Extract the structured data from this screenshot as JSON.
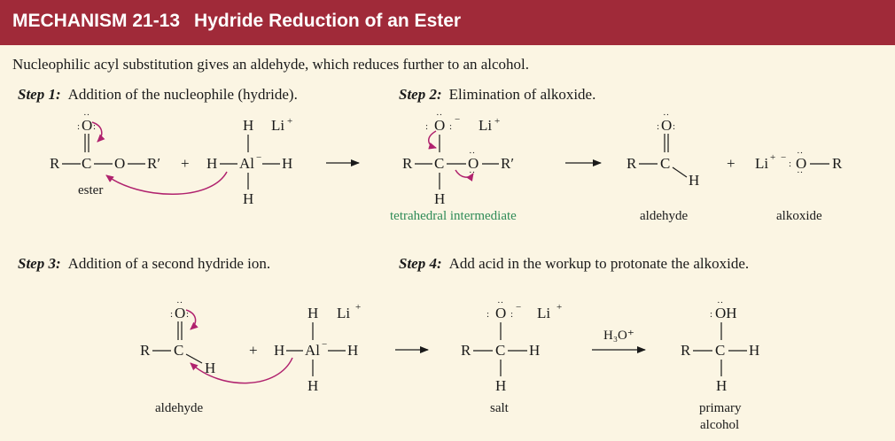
{
  "header": {
    "title": "MECHANISM 21-13",
    "subtitle": "Hydride Reduction of an Ester"
  },
  "intro": "Nucleophilic acyl substitution gives an aldehyde, which reduces further to an alcohol.",
  "steps": [
    {
      "label": "Step 1:",
      "text": "Addition of the nucleophile (hydride)."
    },
    {
      "label": "Step 2:",
      "text": "Elimination of alkoxide."
    },
    {
      "label": "Step 3:",
      "text": "Addition of a second hydride ion."
    },
    {
      "label": "Step 4:",
      "text": "Add acid in the workup to protonate the alkoxide."
    }
  ],
  "labels": {
    "ester": "ester",
    "tetrahedral": "tetrahedral intermediate",
    "aldehyde": "aldehyde",
    "alkoxide": "alkoxide",
    "salt": "salt",
    "primary": "primary",
    "alcohol": "alcohol",
    "reagent": "H₃O⁺"
  },
  "colors": {
    "header": "#a02a39",
    "arrow": "#b0226e",
    "green": "#2e8b57",
    "background": "#fbf5e3"
  }
}
